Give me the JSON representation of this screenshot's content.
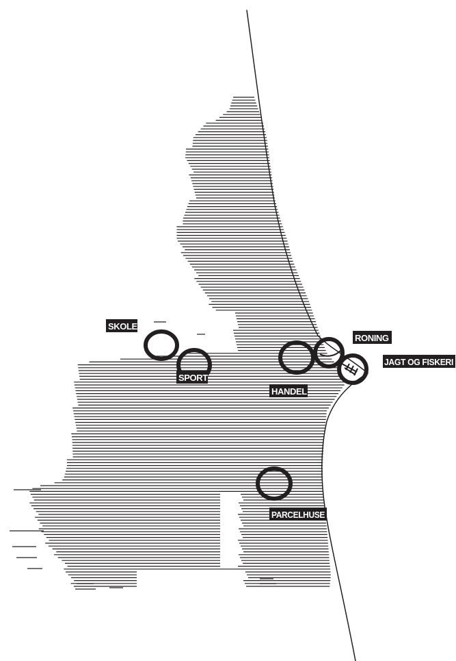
{
  "map": {
    "labels": {
      "skole": "SKOLE",
      "sport": "SPORT",
      "handel": "HANDEL",
      "roning": "RONING",
      "jagt_og_fiskeri": "JAGT OG FISKERI",
      "parcelhuse": "PARCELHUSE"
    },
    "colors": {
      "ink": "#231f20",
      "background": "#ffffff",
      "label_text": "#ffffff"
    }
  }
}
